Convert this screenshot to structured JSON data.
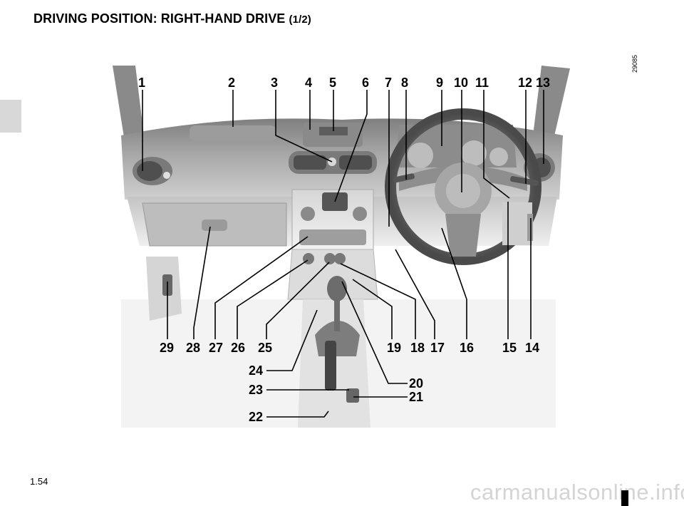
{
  "header": {
    "title": "DRIVING POSITION: RIGHT-HAND DRIVE",
    "title_suffix": "(1/2)"
  },
  "figure": {
    "image_code": "29085",
    "callouts": [
      "1",
      "2",
      "3",
      "4",
      "5",
      "6",
      "7",
      "8",
      "9",
      "10",
      "11",
      "12",
      "13",
      "14",
      "15",
      "16",
      "17",
      "18",
      "19",
      "20",
      "21",
      "22",
      "23",
      "24",
      "25",
      "26",
      "27",
      "28",
      "29"
    ]
  },
  "footer": {
    "page_number": "1.54",
    "watermark": "carmanualsonline.info"
  }
}
